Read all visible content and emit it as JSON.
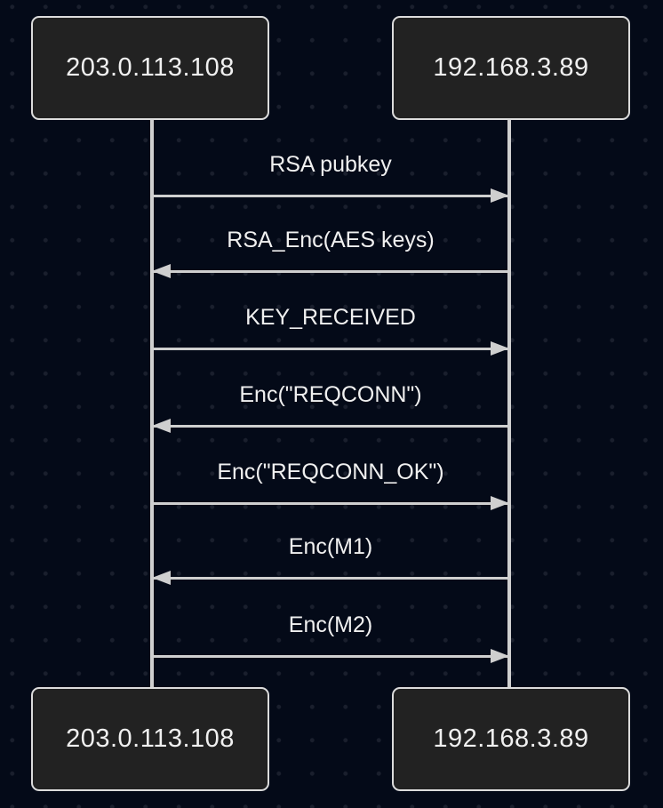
{
  "page": {
    "background_color": "#040a18",
    "dot_grid_color": "#1a1f2d"
  },
  "diagram": {
    "type": "sequence",
    "colors": {
      "box_fill": "#222222",
      "box_border": "#dcdcdc",
      "line": "#cfcfcf",
      "text": "#f0f0f0"
    },
    "actors": [
      {
        "label": "203.0.113.108"
      },
      {
        "label": "192.168.3.89"
      }
    ],
    "messages": [
      {
        "label": "RSA pubkey",
        "from": "203.0.113.108",
        "to": "192.168.3.89"
      },
      {
        "label": "RSA_Enc(AES keys)",
        "from": "192.168.3.89",
        "to": "203.0.113.108"
      },
      {
        "label": "KEY_RECEIVED",
        "from": "203.0.113.108",
        "to": "192.168.3.89"
      },
      {
        "label": "Enc(\"REQCONN\")",
        "from": "192.168.3.89",
        "to": "203.0.113.108"
      },
      {
        "label": "Enc(\"REQCONN_OK\")",
        "from": "203.0.113.108",
        "to": "192.168.3.89"
      },
      {
        "label": "Enc(M1)",
        "from": "192.168.3.89",
        "to": "203.0.113.108"
      },
      {
        "label": "Enc(M2)",
        "from": "203.0.113.108",
        "to": "192.168.3.89"
      }
    ]
  }
}
